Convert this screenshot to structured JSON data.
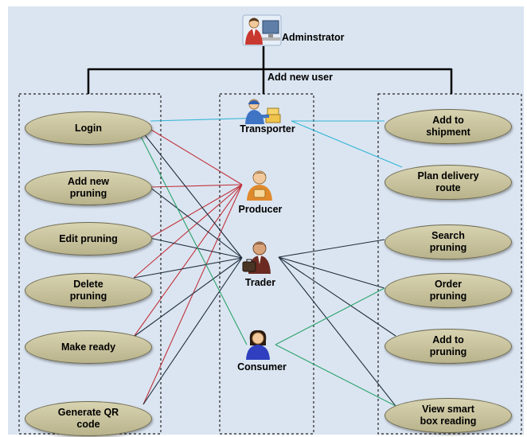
{
  "admin": {
    "label": "Adminstrator",
    "edge_label": "Add new user",
    "icon": "administrator-at-computer-icon"
  },
  "actors": [
    {
      "id": "transporter",
      "label": "Transporter",
      "icon": "transporter-person-icon"
    },
    {
      "id": "producer",
      "label": "Producer",
      "icon": "producer-person-icon"
    },
    {
      "id": "trader",
      "label": "Trader",
      "icon": "trader-person-icon"
    },
    {
      "id": "consumer",
      "label": "Consumer",
      "icon": "consumer-person-icon"
    }
  ],
  "left_use_cases": [
    {
      "id": "login",
      "label": "Login"
    },
    {
      "id": "add-new-pruning",
      "label": "Add new\npruning"
    },
    {
      "id": "edit-pruning",
      "label": "Edit pruning"
    },
    {
      "id": "delete-pruning",
      "label": "Delete\npruning"
    },
    {
      "id": "make-ready",
      "label": "Make ready"
    },
    {
      "id": "generate-qr-code",
      "label": "Generate QR\ncode"
    }
  ],
  "right_use_cases": [
    {
      "id": "add-to-shipment",
      "label": "Add to\nshipment"
    },
    {
      "id": "plan-delivery-route",
      "label": "Plan delivery\nroute"
    },
    {
      "id": "search-pruning",
      "label": "Search\npruning"
    },
    {
      "id": "order-pruning",
      "label": "Order\npruning"
    },
    {
      "id": "add-to-pruning",
      "label": "Add to\npruning"
    },
    {
      "id": "view-smart-box-reading",
      "label": "View smart\nbox reading"
    }
  ],
  "associations": [
    {
      "actor": "transporter",
      "use_case": "login",
      "color": "#33b5d6"
    },
    {
      "actor": "transporter",
      "use_case": "add-to-shipment",
      "color": "#33b5d6"
    },
    {
      "actor": "transporter",
      "use_case": "plan-delivery-route",
      "color": "#33b5d6"
    },
    {
      "actor": "producer",
      "use_case": "login",
      "color": "#c0323c"
    },
    {
      "actor": "producer",
      "use_case": "add-new-pruning",
      "color": "#c0323c"
    },
    {
      "actor": "producer",
      "use_case": "edit-pruning",
      "color": "#c0323c"
    },
    {
      "actor": "producer",
      "use_case": "delete-pruning",
      "color": "#c0323c"
    },
    {
      "actor": "producer",
      "use_case": "make-ready",
      "color": "#c0323c"
    },
    {
      "actor": "producer",
      "use_case": "generate-qr-code",
      "color": "#c0323c"
    },
    {
      "actor": "trader",
      "use_case": "login",
      "color": "#1f2d3d"
    },
    {
      "actor": "trader",
      "use_case": "add-new-pruning",
      "color": "#1f2d3d"
    },
    {
      "actor": "trader",
      "use_case": "edit-pruning",
      "color": "#1f2d3d"
    },
    {
      "actor": "trader",
      "use_case": "delete-pruning",
      "color": "#1f2d3d"
    },
    {
      "actor": "trader",
      "use_case": "make-ready",
      "color": "#1f2d3d"
    },
    {
      "actor": "trader",
      "use_case": "generate-qr-code",
      "color": "#1f2d3d"
    },
    {
      "actor": "trader",
      "use_case": "search-pruning",
      "color": "#1f2d3d"
    },
    {
      "actor": "trader",
      "use_case": "order-pruning",
      "color": "#1f2d3d"
    },
    {
      "actor": "trader",
      "use_case": "add-to-pruning",
      "color": "#1f2d3d"
    },
    {
      "actor": "trader",
      "use_case": "view-smart-box-reading",
      "color": "#1f2d3d"
    },
    {
      "actor": "consumer",
      "use_case": "login",
      "color": "#2aa36b"
    },
    {
      "actor": "consumer",
      "use_case": "order-pruning",
      "color": "#2aa36b"
    },
    {
      "actor": "consumer",
      "use_case": "view-smart-box-reading",
      "color": "#2aa36b"
    }
  ],
  "colors": {
    "background": "#dbe5f1",
    "ellipse_fill": "#c9c39f",
    "ellipse_border": "#6e6a50"
  }
}
